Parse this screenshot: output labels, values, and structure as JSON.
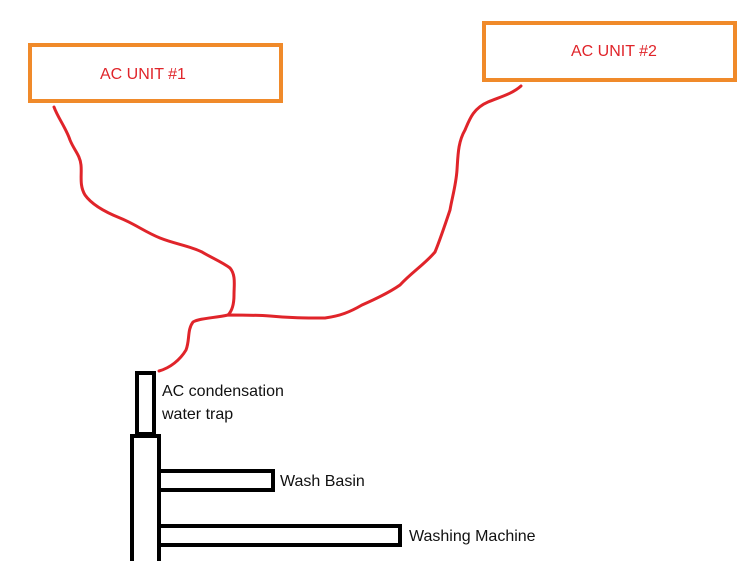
{
  "colors": {
    "unit_border": "#f08a2a",
    "unit_text": "#e0242a",
    "condensate_line": "#e0242a",
    "pipe_stroke": "#000000",
    "label_text": "#111111",
    "background": "#ffffff"
  },
  "ac_units": [
    {
      "label": "AC UNIT #1"
    },
    {
      "label": "AC UNIT #2"
    }
  ],
  "trap": {
    "label_line1": "AC condensation",
    "label_line2": "water trap"
  },
  "branches": [
    {
      "label": "Wash Basin"
    },
    {
      "label": "Washing Machine"
    }
  ]
}
